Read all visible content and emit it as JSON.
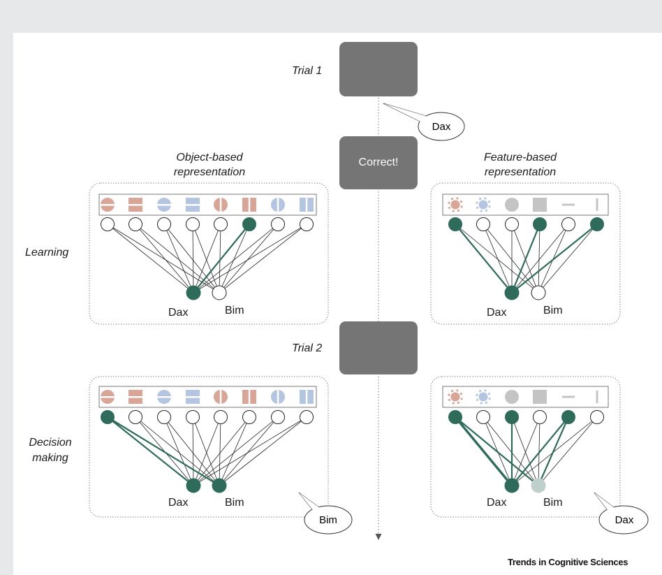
{
  "trial1_label": "Trial 1",
  "trial2_label": "Trial 2",
  "feedback_text": "Correct!",
  "object_based_title": "Object-based\nrepresentation",
  "feature_based_title": "Feature-based\nrepresentation",
  "learning_label": "Learning",
  "decision_label": "Decision\nmaking",
  "speech_bubble_trial1": "Dax",
  "speech_bubble_object_decision": "Bim",
  "speech_bubble_feature_decision": "Dax",
  "output_nodes": [
    "Dax",
    "Bim"
  ],
  "credit": "Trends in Cognitive Sciences",
  "colors": {
    "node_active": "#2e6b5b",
    "node_weak": "#bfcfcb",
    "card": "#757575",
    "stimulus_red": "#8c1c12",
    "pink": "#d9a597",
    "blue": "#b3c5e0",
    "gray": "#c4c4c4"
  },
  "icons": {
    "object_row": [
      "circle-bar-pink",
      "square-bar-pink",
      "circle-bar-blue",
      "square-bar-blue",
      "circle-split-pink",
      "square-split-pink",
      "circle-split-blue",
      "square-split-blue"
    ],
    "feature_row": [
      "splat-pink",
      "splat-blue",
      "circle-gray",
      "square-gray",
      "horizontal-bar-gray",
      "vertical-bar-gray"
    ]
  }
}
